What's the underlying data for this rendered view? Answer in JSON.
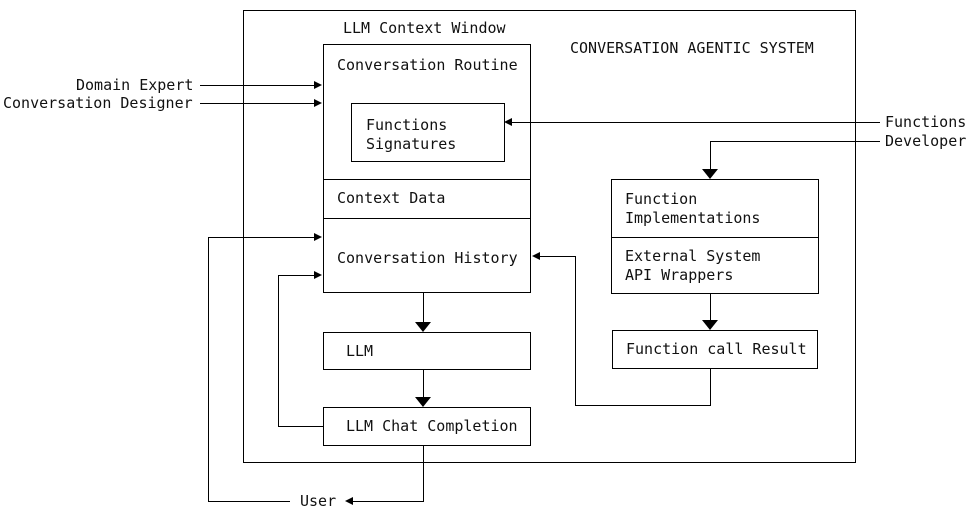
{
  "colors": {
    "background": "#ffffff",
    "line": "#000000",
    "text": "#111111"
  },
  "titles": {
    "system": "CONVERSATION AGENTIC SYSTEM",
    "context_window": "LLM Context Window"
  },
  "nodes": {
    "conversation_routine": {
      "label": "Conversation Routine"
    },
    "functions_signatures": {
      "label": "Functions\nSignatures"
    },
    "context_data": {
      "label": "Context Data"
    },
    "conversation_history": {
      "label": "Conversation History"
    },
    "llm": {
      "label": "LLM"
    },
    "llm_chat_completion": {
      "label": "LLM Chat Completion"
    },
    "function_implementations": {
      "label": "Function\nImplementations"
    },
    "external_system_api_wrappers": {
      "label": "External System\nAPI Wrappers"
    },
    "function_call_result": {
      "label": "Function call Result"
    }
  },
  "actors": {
    "domain_expert": {
      "label": "Domain Expert"
    },
    "conversation_designer": {
      "label": "Conversation Designer"
    },
    "functions_developer": {
      "label": "Functions\nDeveloper"
    },
    "user": {
      "label": "User"
    }
  }
}
